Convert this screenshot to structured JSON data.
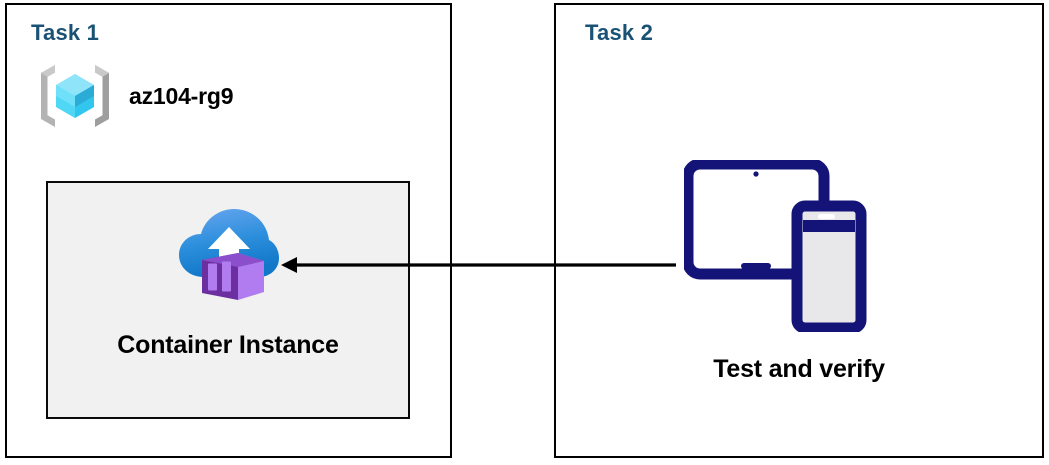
{
  "diagram": {
    "title": "Azure Container Instance task diagram",
    "background_color": "#FFFFFF",
    "panels": [
      {
        "id": "task1",
        "title": "Task 1",
        "title_color": "#1A5276",
        "border_color": "#000000",
        "resource_group": {
          "icon": "azure-resource-group-icon",
          "label": "az104-rg9",
          "label_color": "#000000"
        },
        "card": {
          "fill_color": "#F1F1F1",
          "border_color": "#0A0A0A",
          "icon": "azure-container-instances-icon",
          "label": "Container Instance",
          "label_color": "#000000"
        }
      },
      {
        "id": "task2",
        "title": "Task 2",
        "title_color": "#1A5276",
        "border_color": "#000000",
        "device": {
          "icon": "tablet-and-phone-icon",
          "icon_color": "#141478",
          "label": "Test and verify",
          "label_color": "#000000"
        }
      }
    ],
    "connector": {
      "name": "flow-arrow",
      "direction": "right-to-left",
      "color": "#000000",
      "from": "Test and verify",
      "to": "Container Instance"
    }
  }
}
